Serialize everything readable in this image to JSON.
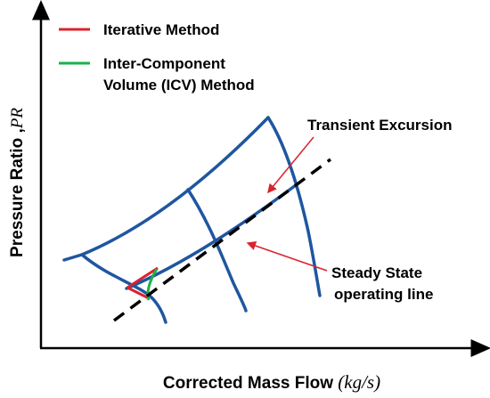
{
  "axes": {
    "x_label_text": "Corrected Mass Flow ",
    "x_label_unit": "(kg/s)",
    "y_label_text": "Pressure Ratio ,",
    "y_label_symbol": "PR"
  },
  "legend": {
    "items": [
      {
        "line1": "Iterative Method",
        "line2": "",
        "color": "#d9232d"
      },
      {
        "line1": "Inter-Component",
        "line2": "Volume (ICV) Method",
        "color": "#17b34a"
      }
    ]
  },
  "annotations": {
    "transient": "Transient Excursion",
    "steady_line1": "Steady State",
    "steady_line2": "operating line"
  },
  "colors": {
    "map_lines": "#1f56a0",
    "operating_line": "#000000",
    "annotation_arrow": "#d9232d",
    "axis": "#000000"
  }
}
